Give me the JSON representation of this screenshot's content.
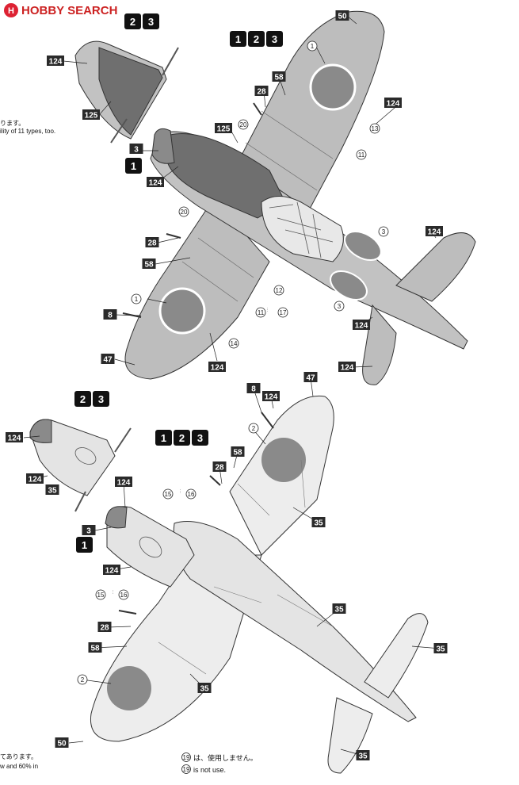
{
  "logo": {
    "brand": "HOBBY SEARCH"
  },
  "edge_text": {
    "upper_jp": "ります。",
    "upper_en": "ility of 11 types, too.",
    "lower_jp": "てあります。",
    "lower_en": "w and 60% in"
  },
  "notes": {
    "jp_ref": "19",
    "jp_text": "は、使用しません。",
    "en_ref": "19",
    "en_text": "is not use."
  },
  "version_groups": {
    "top_left": [
      "2",
      "3"
    ],
    "top_center": [
      "1",
      "2",
      "3"
    ],
    "top_spinner": [
      "1"
    ],
    "bottom_left": [
      "2",
      "3"
    ],
    "bottom_center": [
      "1",
      "2",
      "3"
    ],
    "bottom_spinner": [
      "1"
    ]
  },
  "paint_labels": {
    "p50a": "50",
    "p124a": "124",
    "p125a": "125",
    "p58a": "58",
    "p28a": "28",
    "p124b": "124",
    "p125b": "125",
    "p3a": "3",
    "p124c": "124",
    "p28b": "28",
    "p58b": "58",
    "p8a": "8",
    "p124d": "124",
    "p47a": "47",
    "p124e": "124",
    "p124f": "124",
    "p124g": "124",
    "p47b": "47",
    "p8b": "8",
    "p124h": "124",
    "p124i": "124",
    "p124j": "124",
    "p35a": "35",
    "p124k": "124",
    "p28c": "28",
    "p58c": "58",
    "p3b": "3",
    "p124l": "124",
    "p35b": "35",
    "p28d": "28",
    "p58d": "58",
    "p35c": "35",
    "p35d": "35",
    "p35e": "35",
    "p35f": "35",
    "p50b": "50"
  },
  "decal_labels": {
    "d1a": "1",
    "d20a": "20",
    "d13": "13",
    "d11a": "11",
    "d20b": "20",
    "d3a": "3",
    "d1b": "1",
    "d12": "12",
    "d11b": "11",
    "d17a": "17",
    "d3b": "3",
    "d14": "14",
    "d2a": "2",
    "d15a": "15",
    "d16a": "16",
    "d15b": "15",
    "d16b": "16",
    "d2b": "2",
    "d19a": "19",
    "d19b": "19"
  }
}
